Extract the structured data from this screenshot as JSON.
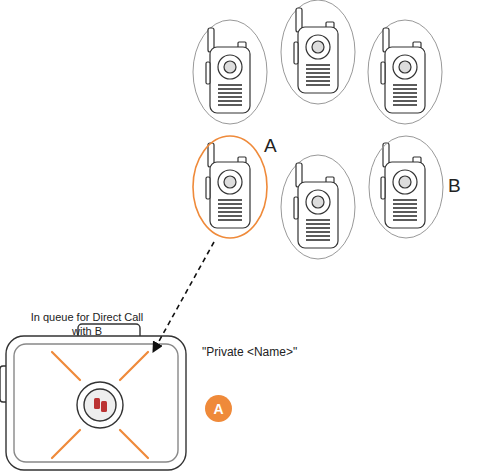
{
  "diagram": {
    "nodes": [
      {
        "text": [
          "A"
        ]
      },
      {
        "text": [
          "B"
        ]
      },
      {
        "text": [
          "A"
        ]
      }
    ],
    "labels": [
      "In queue for Direct Call with B",
      "\"Private <Name>\""
    ]
  }
}
